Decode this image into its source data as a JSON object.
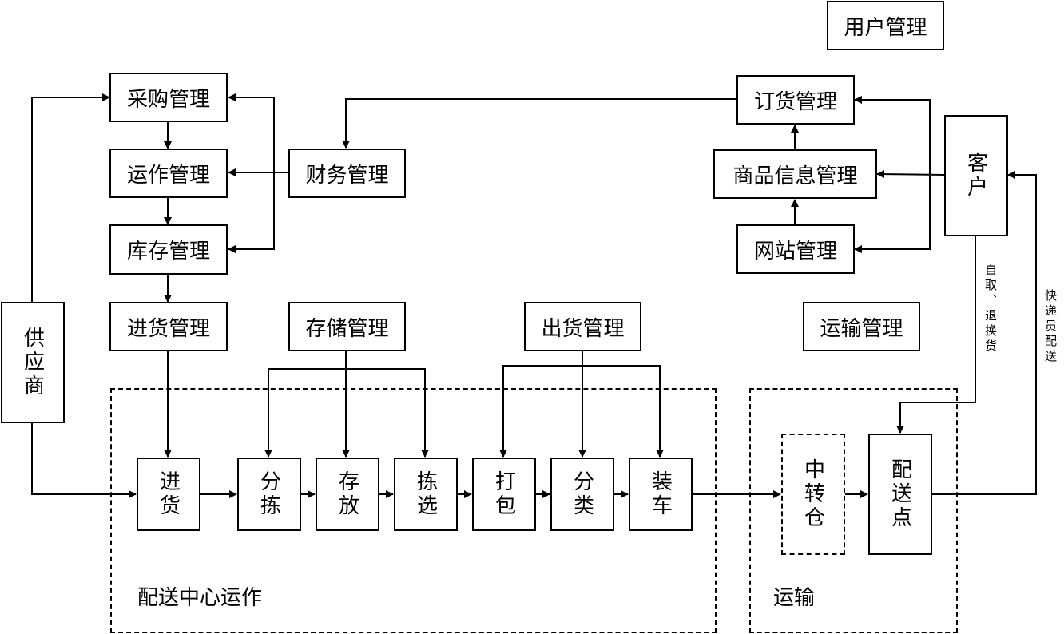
{
  "nodes": {
    "user_mgmt": "用户管理",
    "purchase_mgmt": "采购管理",
    "operation_mgmt": "运作管理",
    "inventory_mgmt": "库存管理",
    "finance_mgmt": "财务管理",
    "order_mgmt": "订货管理",
    "product_info_mgmt": "商品信息管理",
    "website_mgmt": "网站管理",
    "customer": "客户",
    "supplier": "供应商",
    "receiving_mgmt": "进货管理",
    "storage_mgmt": "存储管理",
    "shipping_mgmt": "出货管理",
    "transport_mgmt": "运输管理",
    "receive": "进货",
    "sort": "分拣",
    "store": "存放",
    "pick": "拣选",
    "pack": "打包",
    "classify": "分类",
    "load": "装车",
    "transfer_warehouse": "中转仓",
    "delivery_point": "配送点"
  },
  "regions": {
    "dc_operation": "配送中心运作",
    "transport": "运输"
  },
  "edge_labels": {
    "self_pickup_return": "自取、退换货",
    "courier_delivery": "快递员配送"
  }
}
